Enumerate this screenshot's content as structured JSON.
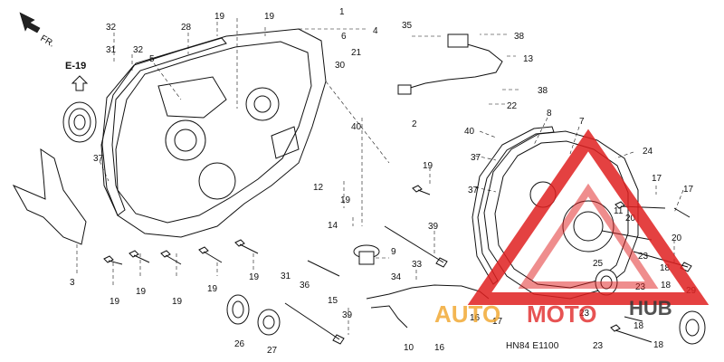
{
  "diagram": {
    "labels": [
      "1",
      "2",
      "3",
      "4",
      "5",
      "6",
      "7",
      "8",
      "9",
      "10",
      "11",
      "12",
      "13",
      "14",
      "15",
      "16",
      "17",
      "18",
      "19",
      "20",
      "21",
      "22",
      "23",
      "24",
      "25",
      "26",
      "27",
      "28",
      "29",
      "30",
      "31",
      "32",
      "33",
      "34",
      "35",
      "36",
      "37",
      "38",
      "39",
      "40"
    ],
    "reference": "E-19",
    "front_indicator": "FR.",
    "diagram_code": "HN84 E1100",
    "watermark": {
      "text_auto": "AUTO",
      "text_moto": "MOTO",
      "text_hub": "HUB",
      "color_red": "#e02020",
      "color_orange": "#f0a020"
    }
  }
}
